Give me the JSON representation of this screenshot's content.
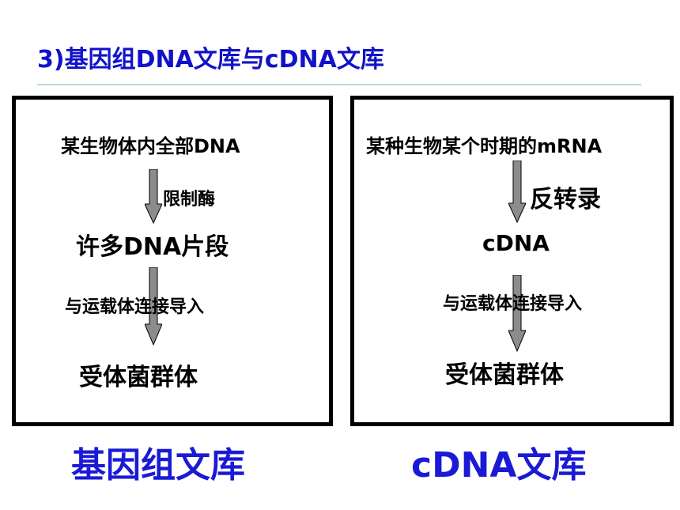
{
  "title": "3)基因组DNA文库与cDNA文库",
  "left": {
    "start": "某生物体内全部DNA",
    "step1": "限制酶",
    "middle": "许多DNA片段",
    "step2": "与运载体连接导入",
    "end": "受体菌群体",
    "caption": "基因组文库"
  },
  "right": {
    "start": "某种生物某个时期的mRNA",
    "step1": "反转录",
    "middle": "cDNA",
    "step2": "与运载体连接导入",
    "end": "受体菌群体",
    "caption": "cDNA文库"
  },
  "colors": {
    "title": "#1212c8",
    "caption": "#1a1ad6",
    "arrow_fill": "#8c8c8c",
    "rule": "#b9d9dc"
  }
}
